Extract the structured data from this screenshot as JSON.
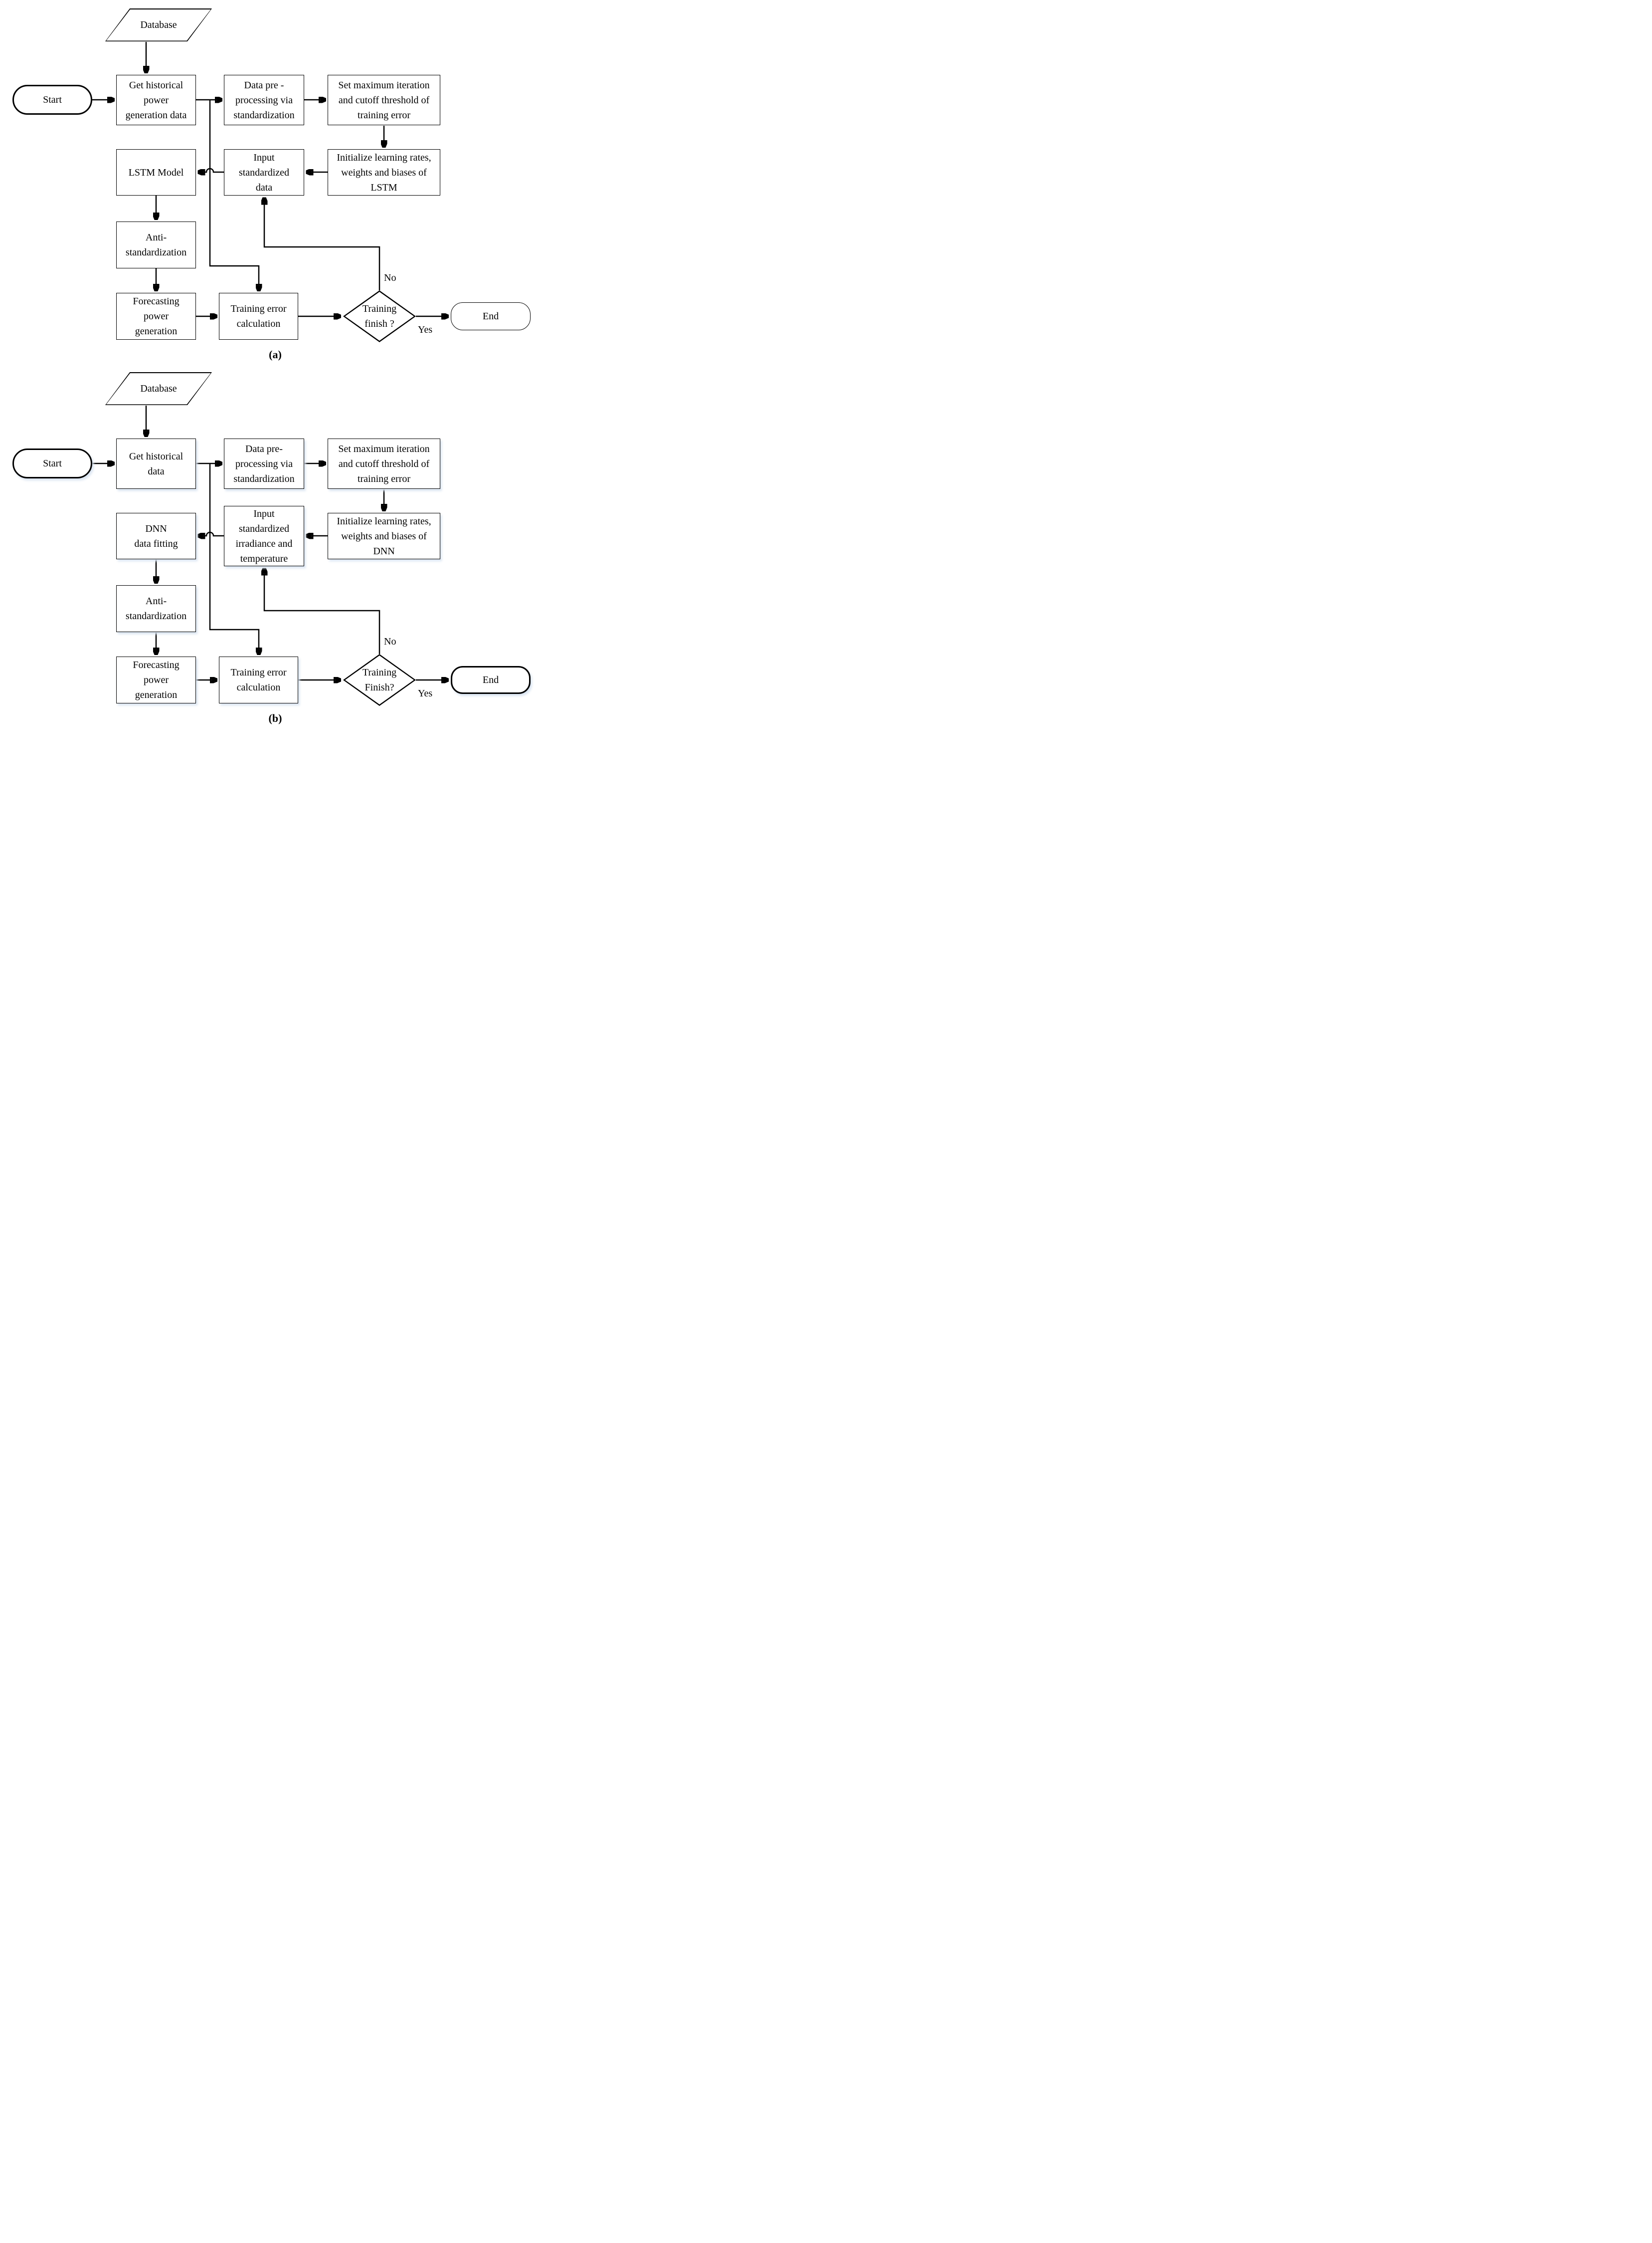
{
  "colors": {
    "line": "#000000",
    "shadow": "#d9e4f1",
    "background": "#ffffff"
  },
  "panel_a": {
    "caption": "(a)",
    "start": "Start",
    "database": "Database",
    "get_historical": [
      "Get historical",
      "power",
      "generation data"
    ],
    "data_pre": [
      "Data pre -",
      "processing via",
      "standardization"
    ],
    "set_max": [
      "Set maximum iteration",
      "and cutoff threshold of",
      "training error"
    ],
    "initialize": [
      "Initialize learning rates,",
      "weights and biases of",
      "LSTM"
    ],
    "input": [
      "Input",
      "standardized",
      "data"
    ],
    "model": "LSTM Model",
    "anti": [
      "Anti-",
      "standardization"
    ],
    "forecast": [
      "Forecasting",
      "power",
      "generation"
    ],
    "train_err": [
      "Training error",
      "calculation"
    ],
    "decision": [
      "Training",
      "finish ?"
    ],
    "decision_no": "No",
    "decision_yes": "Yes",
    "end": "End"
  },
  "panel_b": {
    "caption": "(b)",
    "start": "Start",
    "database": "Database",
    "get_historical": [
      "Get historical",
      "data"
    ],
    "data_pre": [
      "Data pre-",
      "processing via",
      "standardization"
    ],
    "set_max": [
      "Set maximum iteration",
      "and cutoff threshold of",
      "training error"
    ],
    "initialize": [
      "Initialize learning rates,",
      "weights and biases of",
      "DNN"
    ],
    "input": [
      "Input",
      "standardized",
      "irradiance and",
      "temperature"
    ],
    "model": [
      "DNN",
      "data fitting"
    ],
    "anti": [
      "Anti-",
      "standardization"
    ],
    "forecast": [
      "Forecasting",
      "power",
      "generation"
    ],
    "train_err": [
      "Training error",
      "calculation"
    ],
    "decision": [
      "Training",
      "Finish?"
    ],
    "decision_no": "No",
    "decision_yes": "Yes",
    "end": "End"
  }
}
